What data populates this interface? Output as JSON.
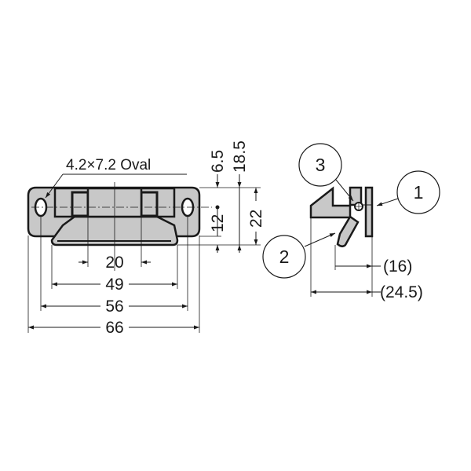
{
  "diagram": {
    "type": "technical-drawing",
    "colors": {
      "line": "#1a1a1a",
      "part_fill": "#c8c8c8",
      "background": "#ffffff"
    },
    "front_view": {
      "hole_note": "4.2×7.2 Oval",
      "dims_horizontal": {
        "d20": "20",
        "d49": "49",
        "d56": "56",
        "d66": "66"
      },
      "dims_vertical": {
        "d6_5": "6.5",
        "d18_5": "18.5",
        "d12": "12",
        "d22": "22"
      }
    },
    "side_view": {
      "dims": {
        "d16": "(16)",
        "d24_5": "(24.5)"
      },
      "balloons": [
        {
          "label": "1"
        },
        {
          "label": "2"
        },
        {
          "label": "3"
        }
      ]
    }
  }
}
